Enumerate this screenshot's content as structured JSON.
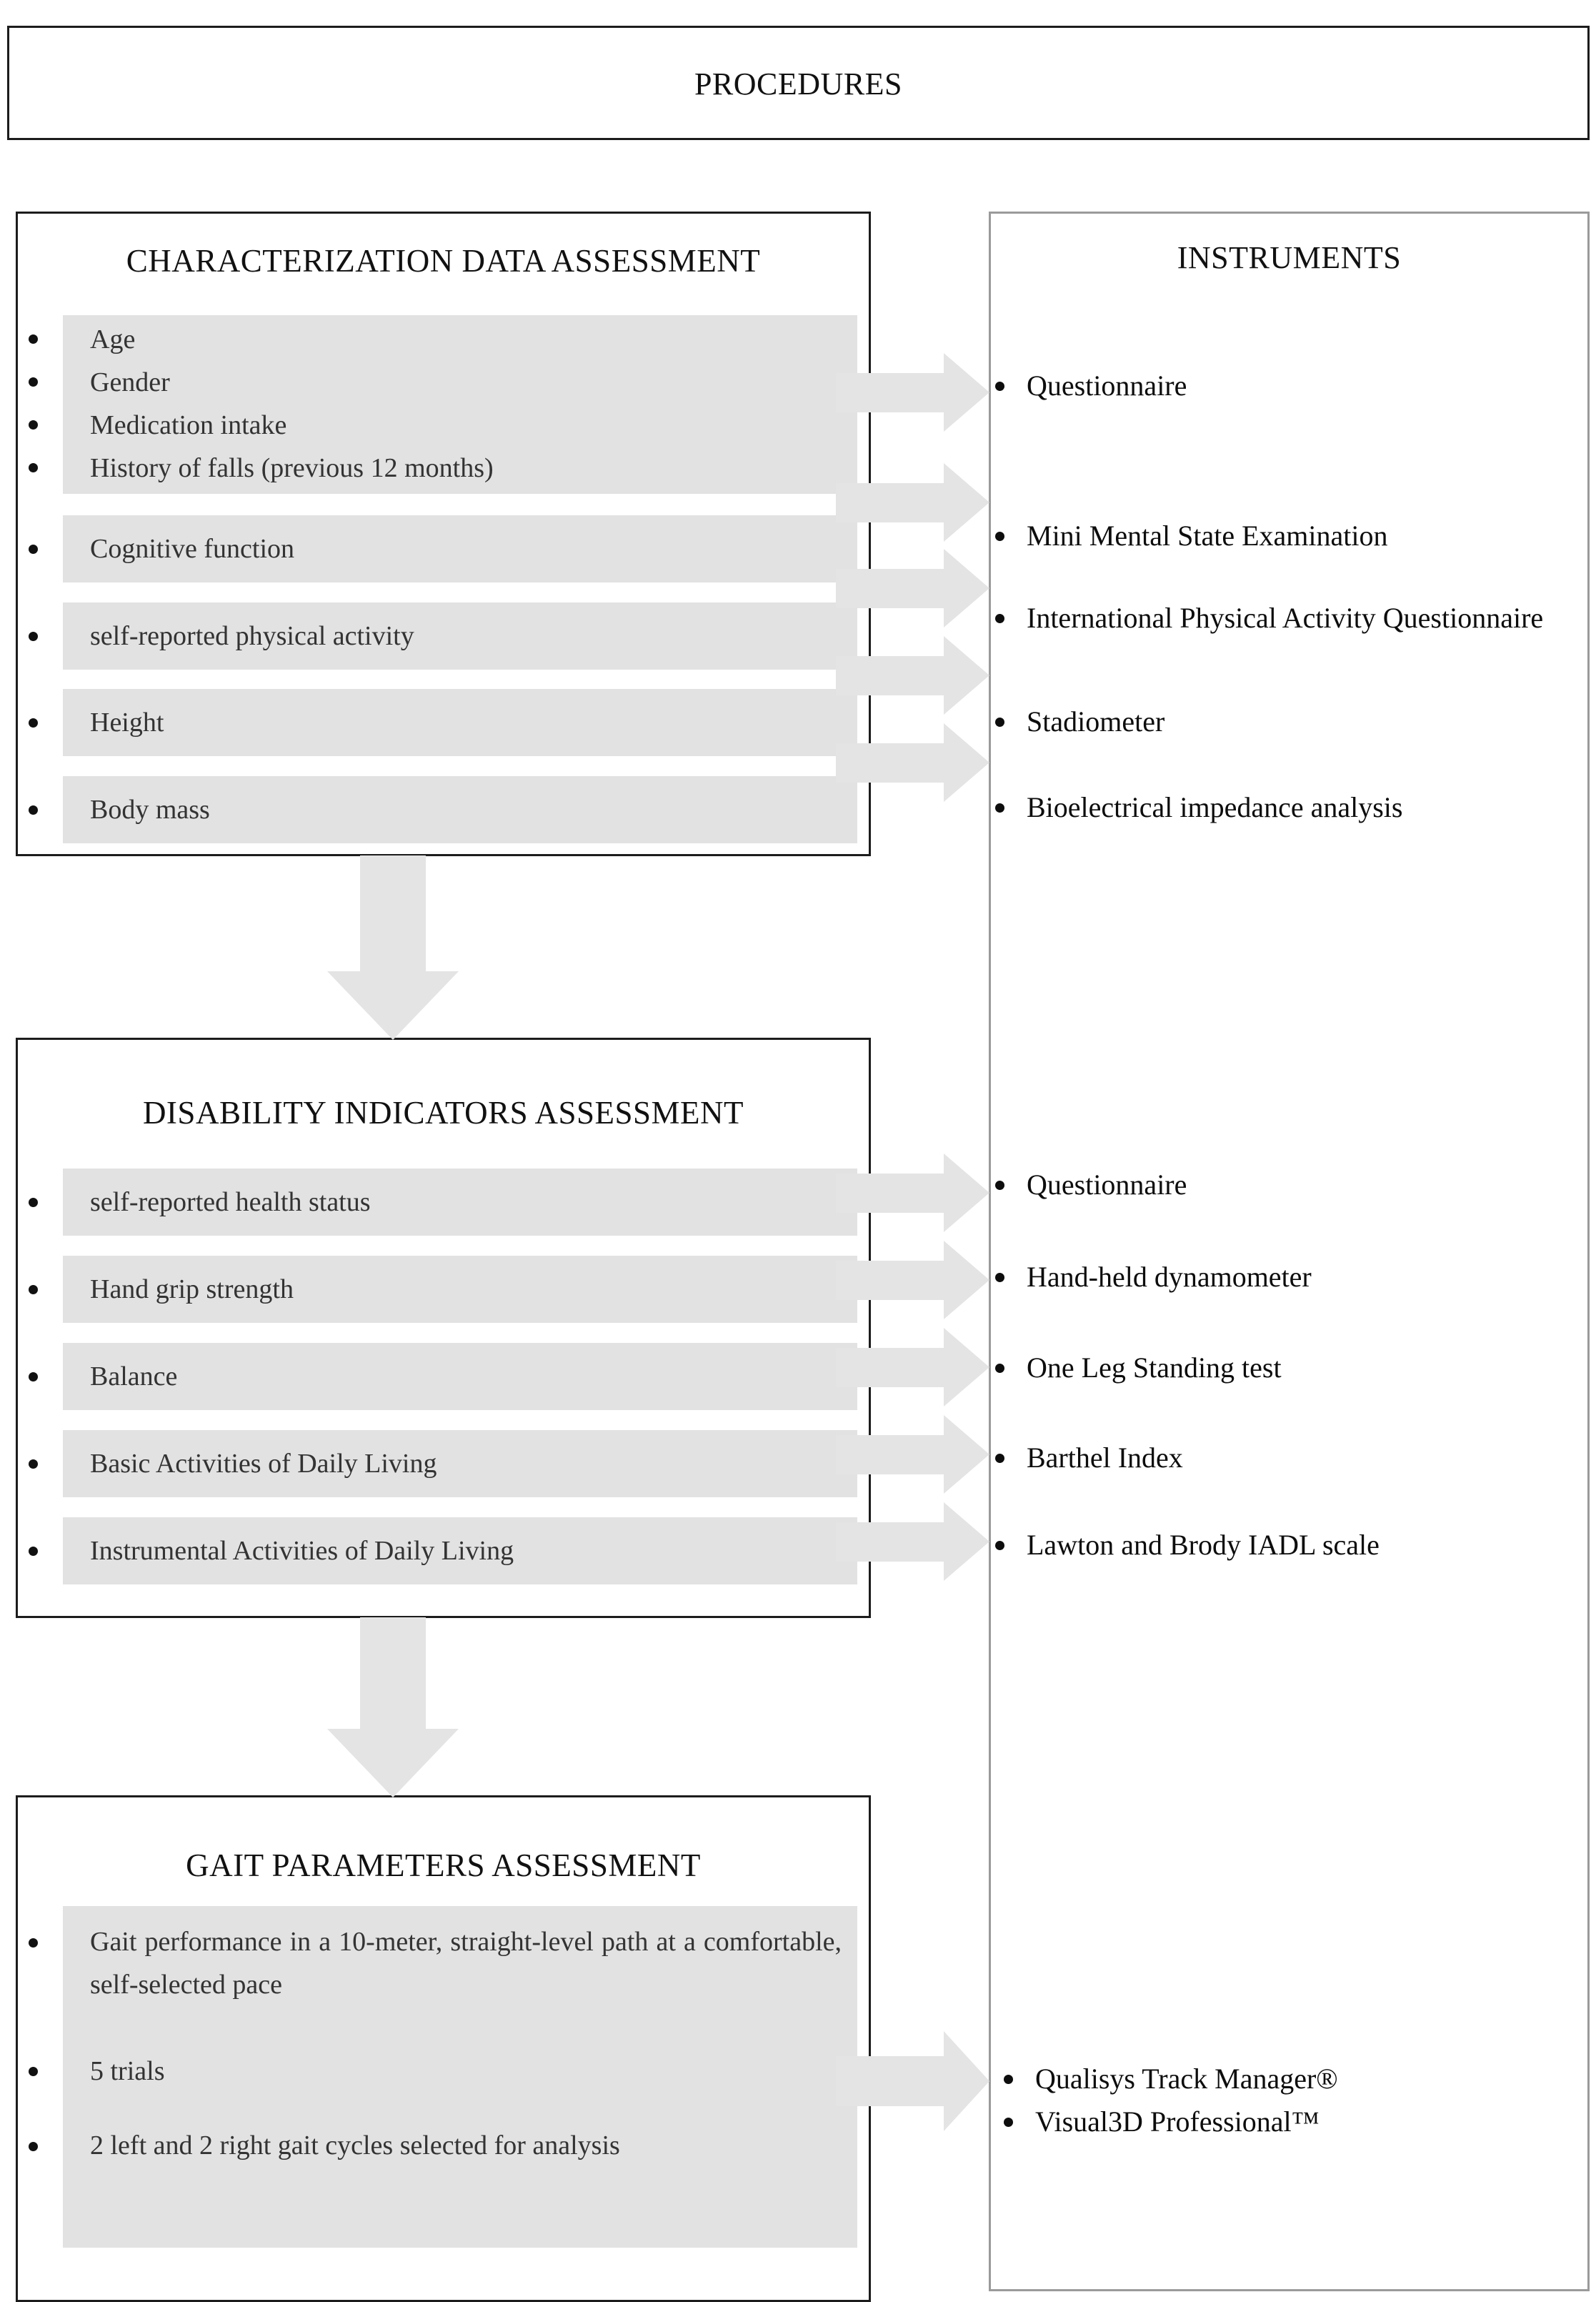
{
  "header": {
    "title": "PROCEDURES"
  },
  "instruments_column": {
    "title": "INSTRUMENTS",
    "items": [
      "Questionnaire",
      "Mini Mental State Examination",
      "International Physical Activity Questionnaire",
      "Stadiometer",
      " Bioelectrical impedance analysis",
      "Questionnaire",
      "Hand-held dynamometer",
      "One Leg Standing test",
      "Barthel Index",
      "Lawton and Brody IADL scale",
      "Qualisys Track Manager®",
      "Visual3D Professional™"
    ]
  },
  "characterization": {
    "title": "CHARACTERIZATION DATA ASSESSMENT",
    "group_items": [
      "Age",
      "Gender",
      "Medication intake",
      "History of falls (previous 12 months)"
    ],
    "items": [
      "Cognitive function",
      "self-reported physical activity",
      "Height",
      "Body mass"
    ]
  },
  "disability": {
    "title": "DISABILITY INDICATORS ASSESSMENT",
    "items": [
      "self-reported health status",
      "Hand grip strength",
      "Balance",
      "Basic Activities of Daily Living",
      "Instrumental Activities of Daily Living"
    ]
  },
  "gait": {
    "title": "GAIT PARAMETERS ASSESSMENT",
    "items": [
      "Gait performance in a 10-meter, straight-level path at a comfortable, self-selected pace",
      "5 trials",
      "2 left and 2 right gait cycles selected for analysis"
    ]
  },
  "colors": {
    "bar_fill": "#e2e2e2",
    "arrow_fill": "#e4e4e4",
    "box_border": "#1c1c1c",
    "light_border": "#9a9a9a",
    "text": "#1a1a1a"
  }
}
